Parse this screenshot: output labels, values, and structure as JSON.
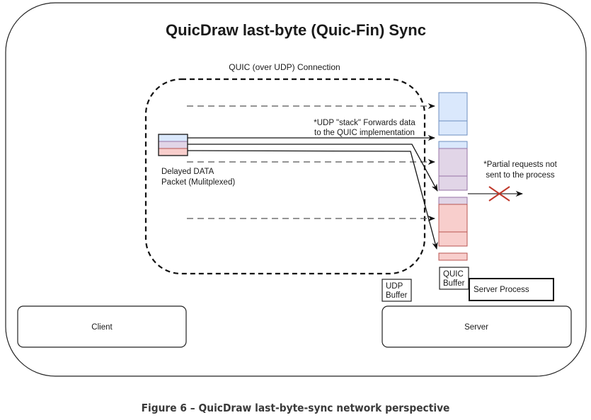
{
  "title": "QuicDraw last-byte (Quic-Fin) Sync",
  "connection_label": "QUIC (over UDP) Connection",
  "packet_label_line1": "Delayed DATA",
  "packet_label_line2": "Packet (Mulitplexed)",
  "udp_note_line1": "*UDP \"stack\" Forwards data",
  "udp_note_line2": "to the QUIC implementation",
  "partial_note_line1": "*Partial requests not",
  "partial_note_line2": "sent to the process",
  "udp_buffer_line1": "UDP",
  "udp_buffer_line2": "Buffer",
  "quic_buffer_line1": "QUIC",
  "quic_buffer_line2": "Buffer",
  "server_process": "Server Process",
  "client": "Client",
  "server": "Server",
  "caption": "Figure 6 – QuicDraw last-byte-sync network perspective",
  "colors": {
    "blue_fill": "#dae8fc",
    "blue_stroke": "#6c8ebf",
    "purple_fill": "#e1d5e7",
    "purple_stroke": "#9673a6",
    "red_fill": "#f8cecc",
    "red_stroke": "#b85450",
    "cross": "#c0392b"
  }
}
